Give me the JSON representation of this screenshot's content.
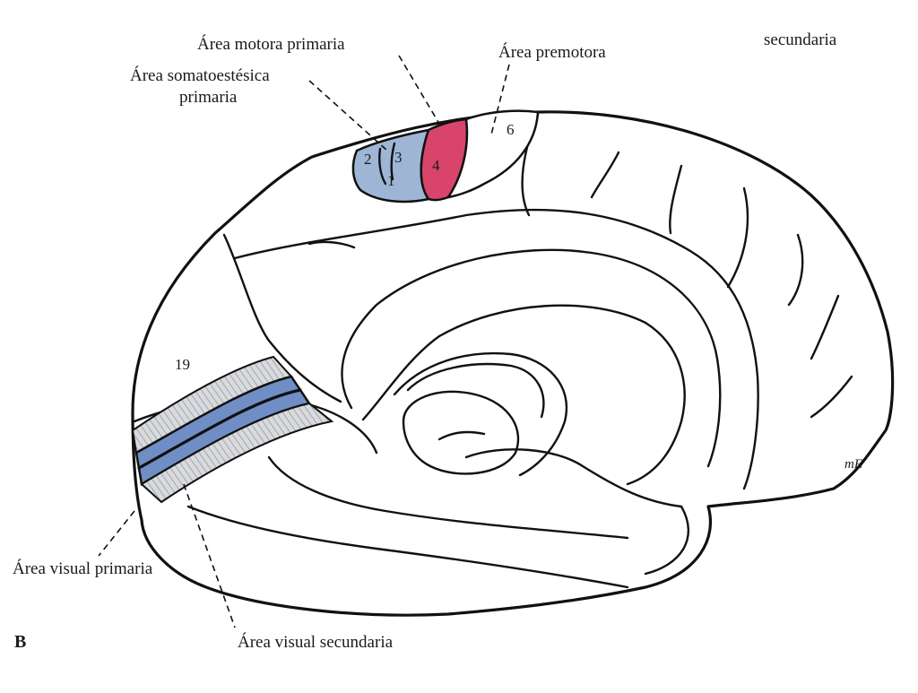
{
  "labels": {
    "motor_primary": "Área motora primaria",
    "premotor": "Área premotora",
    "secondary_top": "secundaria",
    "somato_line1": "Área somatoestésica",
    "somato_line2": "primaria",
    "visual_primary": "Área visual primaria",
    "visual_secondary": "Área visual secundaria",
    "figure_letter": "B",
    "signature": "mE"
  },
  "areas": {
    "a1": "1",
    "a2": "2",
    "a3": "3",
    "a4": "4",
    "a6": "6",
    "a19": "19"
  },
  "colors": {
    "motor_primary": "#d9456a",
    "somatosensory": "#9eb5d6",
    "visual_primary": "#6f8ec6",
    "visual_secondary": "#c9ccd3",
    "outline": "#111111",
    "background": "#ffffff"
  }
}
